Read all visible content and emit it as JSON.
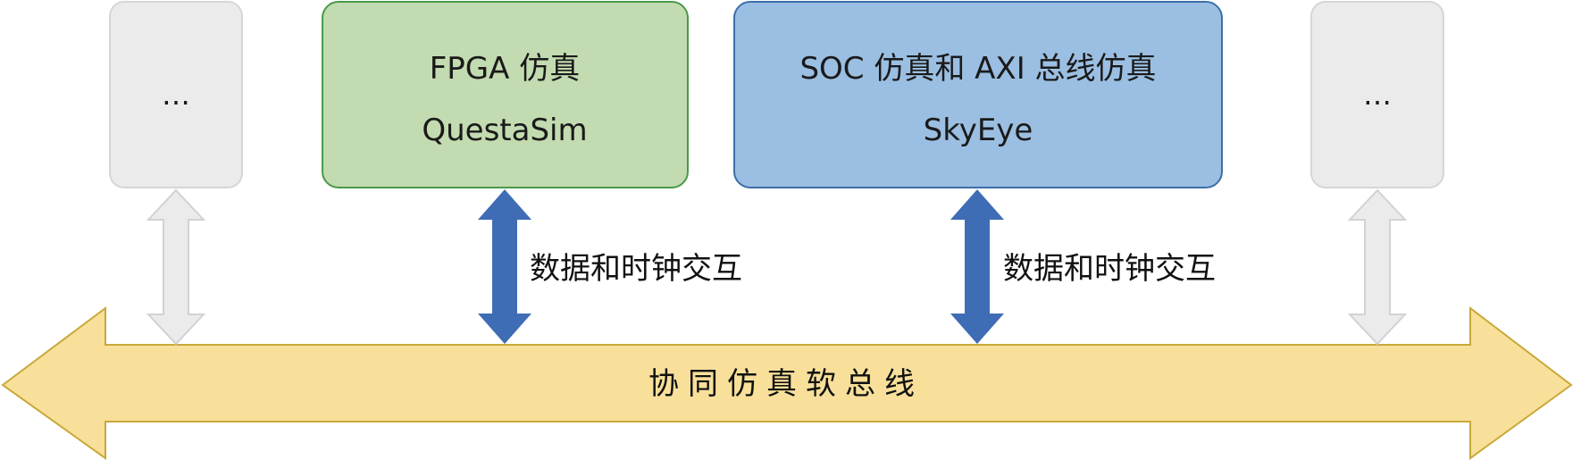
{
  "diagram": {
    "left_placeholder": {
      "text": "…"
    },
    "fpga": {
      "line1": "FPGA 仿真",
      "line2": "QuestaSim"
    },
    "soc": {
      "line1": "SOC 仿真和 AXI 总线仿真",
      "line2": "SkyEye"
    },
    "right_placeholder": {
      "text": "…"
    },
    "left_exchange_label": "数据和时钟交互",
    "right_exchange_label": "数据和时钟交互",
    "bus_label": "协同仿真软总线"
  },
  "colors": {
    "placeholder_fill": "#ebebeb",
    "placeholder_stroke": "#d6d6d6",
    "fpga_fill": "#c2dbb0",
    "fpga_stroke": "#4a9a4a",
    "soc_fill": "#9bbfe2",
    "soc_stroke": "#3c6ea8",
    "arrow_blue": "#3e6db5",
    "arrow_gray_fill": "#ebebeb",
    "arrow_gray_stroke": "#d2d2d2",
    "bus_fill": "#f8e09a",
    "bus_stroke": "#c9a83a"
  }
}
